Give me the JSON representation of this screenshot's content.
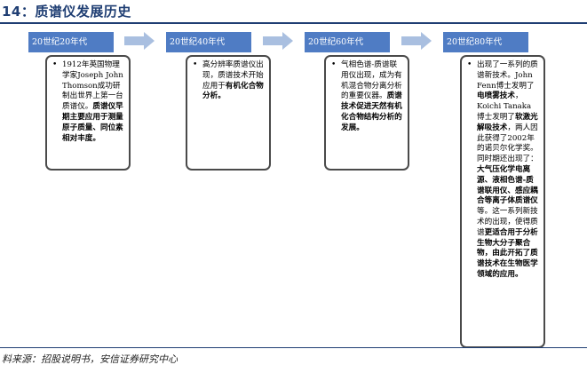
{
  "figure": {
    "title": "14：质谱仪发展历史"
  },
  "stages": [
    {
      "era": "20世纪20年代",
      "segments": [
        {
          "t": "1912年英国物理学家Joseph John Thomson成功研制出世界上第一台质谱仪。",
          "b": false
        },
        {
          "t": "质谱仪早期主要应用于测量原子质量、同位素相对丰度。",
          "b": true
        }
      ]
    },
    {
      "era": "20世纪40年代",
      "segments": [
        {
          "t": "高分辨率质谱仪出现，质谱技术开始应用于",
          "b": false
        },
        {
          "t": "有机化合物分析。",
          "b": true
        }
      ]
    },
    {
      "era": "20世纪60年代",
      "segments": [
        {
          "t": "气相色谱-质谱联用仪出现，成为有机混合物分离分析的重要仪器。",
          "b": false
        },
        {
          "t": "质谱技术促进天然有机化合物结构分析的发展。",
          "b": true
        }
      ]
    },
    {
      "era": "20世纪80年代",
      "segments": [
        {
          "t": "出现了一系列的质谱新技术。John Fenn博士发明了",
          "b": false
        },
        {
          "t": "电喷雾技术",
          "b": true
        },
        {
          "t": "，Koichi Tanaka博士发明了",
          "b": false
        },
        {
          "t": "软激光解吸技术",
          "b": true
        },
        {
          "t": "，两人因此获得了2002年的诺贝尔化学奖。同时期还出现了：",
          "b": false
        },
        {
          "t": "大气压化学电离源、液相色谱-质谱联用仪、感应耦合等离子体质谱仪",
          "b": true
        },
        {
          "t": "等。这一系列新技术的出现，使得质谱",
          "b": false
        },
        {
          "t": "更适合用于分析生物大分子聚合物，由此开拓了质谱技术在生物医学领域的应用。",
          "b": true
        }
      ]
    }
  ],
  "source": "料来源：招股说明书，安信证券研究中心"
}
